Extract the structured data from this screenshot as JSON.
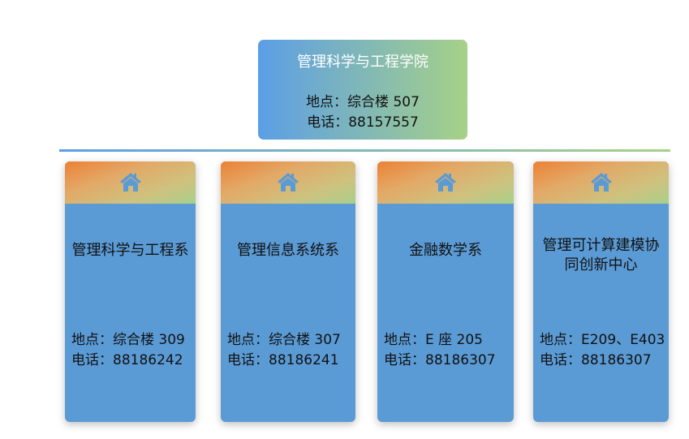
{
  "college": {
    "name": "管理科学与工程学院",
    "location": "地点：综合楼 507",
    "phone": "电话：88157557"
  },
  "colors": {
    "card": "#5b9bd5",
    "icon": "#5b9bd5",
    "gradient_start": "#5b9ee6",
    "gradient_end": "#a6d188"
  },
  "departments": [
    {
      "name": "管理科学与工程系",
      "location": "地点：综合楼 309",
      "phone": "电话：88186242",
      "icon": "home-icon"
    },
    {
      "name": "管理信息系统系",
      "location": "地点：综合楼 307",
      "phone": "电话：88186241",
      "icon": "home-icon"
    },
    {
      "name": "金融数学系",
      "location": "地点：E 座 205",
      "phone": "电话：88186307",
      "icon": "home-icon"
    },
    {
      "name": "管理可计算建模协同创新中心",
      "location": "地点：E209、E403",
      "phone": "电话：88186307",
      "icon": "home-icon"
    }
  ]
}
